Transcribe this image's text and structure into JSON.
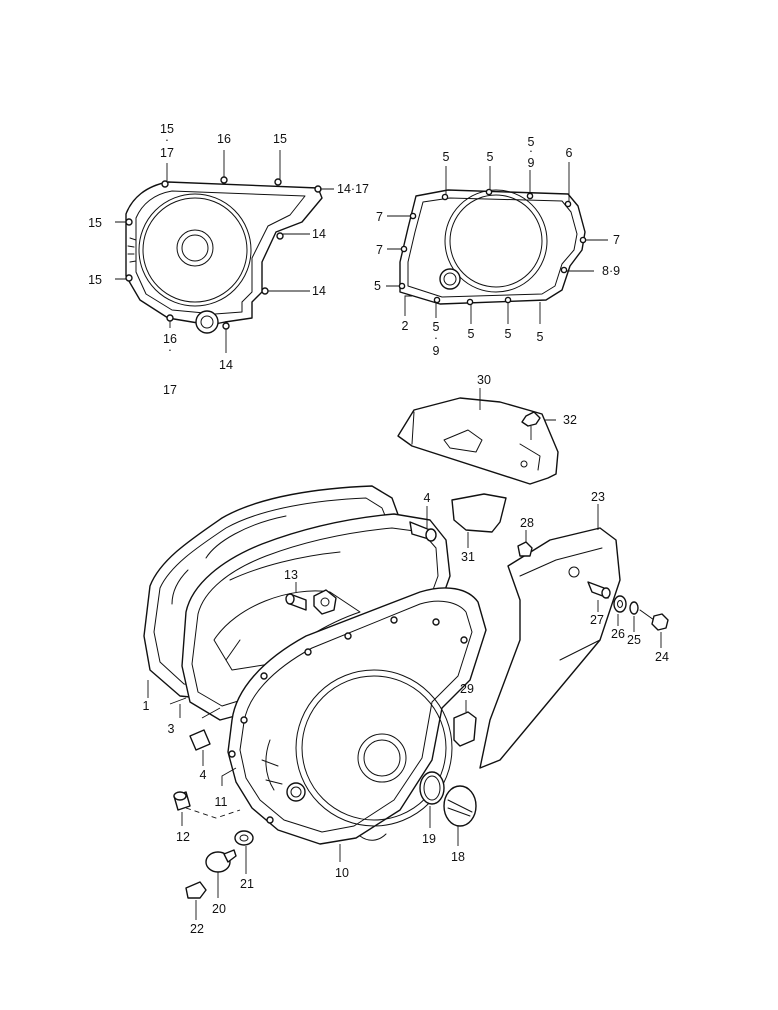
{
  "callouts": {
    "top_left": {
      "c15_17": [
        "15",
        "·",
        "17"
      ],
      "c16": "16",
      "c15_top": "15",
      "c14_17": "14·17",
      "c15_left": "15",
      "c14_upper": "14",
      "c15_lower": "15",
      "c14_lower": "14",
      "c16_17": [
        "16",
        "·",
        "17"
      ],
      "c14_bottom": "14"
    },
    "top_right": {
      "c5_a": "5",
      "c5_b": "5",
      "c5_9_top": [
        "5",
        "·",
        "9"
      ],
      "c6": "6",
      "c7_a": "7",
      "c7_b": "7",
      "c7_right": "7",
      "c5_left": "5",
      "c8_9": "8·9",
      "c2": "2",
      "c5_9_bottom": [
        "5",
        "·",
        "9"
      ],
      "c5_c": "5",
      "c5_d": "5",
      "c5_e": "5"
    },
    "main": {
      "c30": "30",
      "c32": "32",
      "c4_top": "4",
      "c23": "23",
      "c28": "28",
      "c31": "31",
      "c13": "13",
      "c27": "27",
      "c26": "26",
      "c25": "25",
      "c24": "24",
      "c1": "1",
      "c29": "29",
      "c3": "3",
      "c4_bottom": "4",
      "c11": "11",
      "c19": "19",
      "c12": "12",
      "c18": "18",
      "c10": "10",
      "c21": "21",
      "c20": "20",
      "c22": "22"
    }
  }
}
